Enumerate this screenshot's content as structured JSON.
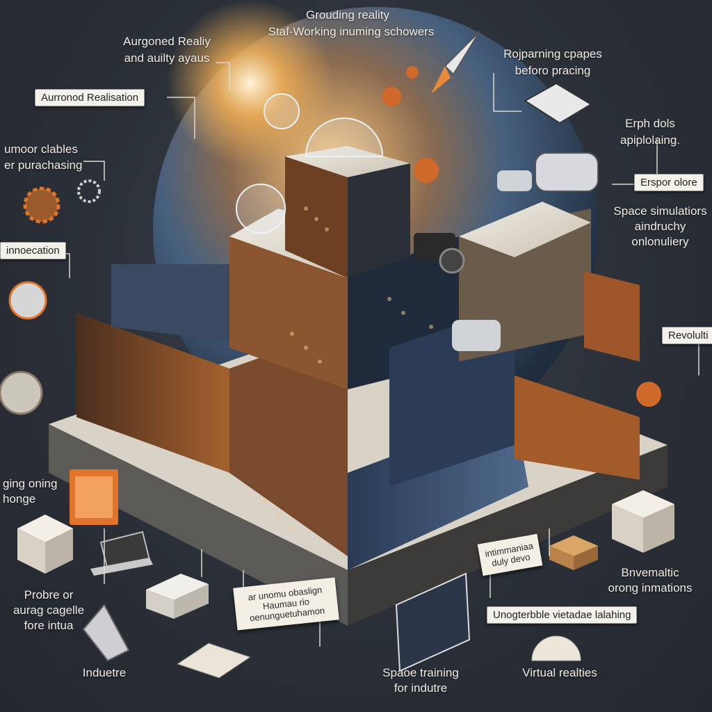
{
  "labels": {
    "top_center_1": "Grouding reality",
    "top_center_2": "Staf-Working inuming schowers",
    "top_left_1": "Aurgoned Realiy",
    "top_left_2": "and auilty ayaus",
    "tag_left": "Aurronod Realisation",
    "left_1": "umoor clables",
    "left_2": "er purachasing",
    "tag_innovation": "innoecation",
    "left_lower_1": "ging oning",
    "left_lower_2": "honge",
    "bottom_left_1": "Probre or",
    "bottom_left_2": "aurag cagelle",
    "bottom_left_3": "fore intua",
    "bottom_left_4": "Induetre",
    "top_right_1": "Rojparning cpapes",
    "top_right_2": "beforo pracing",
    "right_1": "Erph dols",
    "right_2": "apiplolaing.",
    "tag_explore": "Erspor olore",
    "right_mid_1": "Space simulatiors",
    "right_mid_2": "aindruchy",
    "right_mid_3": "onlonuliery",
    "tag_revolution": "Revolulti",
    "right_lower_1": "Bnvemaltic",
    "right_lower_2": "orong inmations",
    "tag_bottom_right": "Unogterbble vietadae lalahing",
    "bottom_center_1": "Spaoe training",
    "bottom_center_2": "for indutre",
    "bottom_right": "Virtual realties",
    "note_center": "ar unomu obaslign\nHaumau rio\noenunguetuhamon",
    "note_right": "intimmaniaa\nduly devo"
  },
  "colors": {
    "background": "#2b3038",
    "accent": "#e0742a",
    "panel": "#ebe6dc",
    "planet": "#3e6a9a"
  },
  "icons": [
    "rocket-icon",
    "vr-headset-icon",
    "camera-icon",
    "laptop-icon",
    "cube-icon",
    "dome-icon",
    "gear-icon",
    "book-icon",
    "planet-icon",
    "phone-icon"
  ]
}
